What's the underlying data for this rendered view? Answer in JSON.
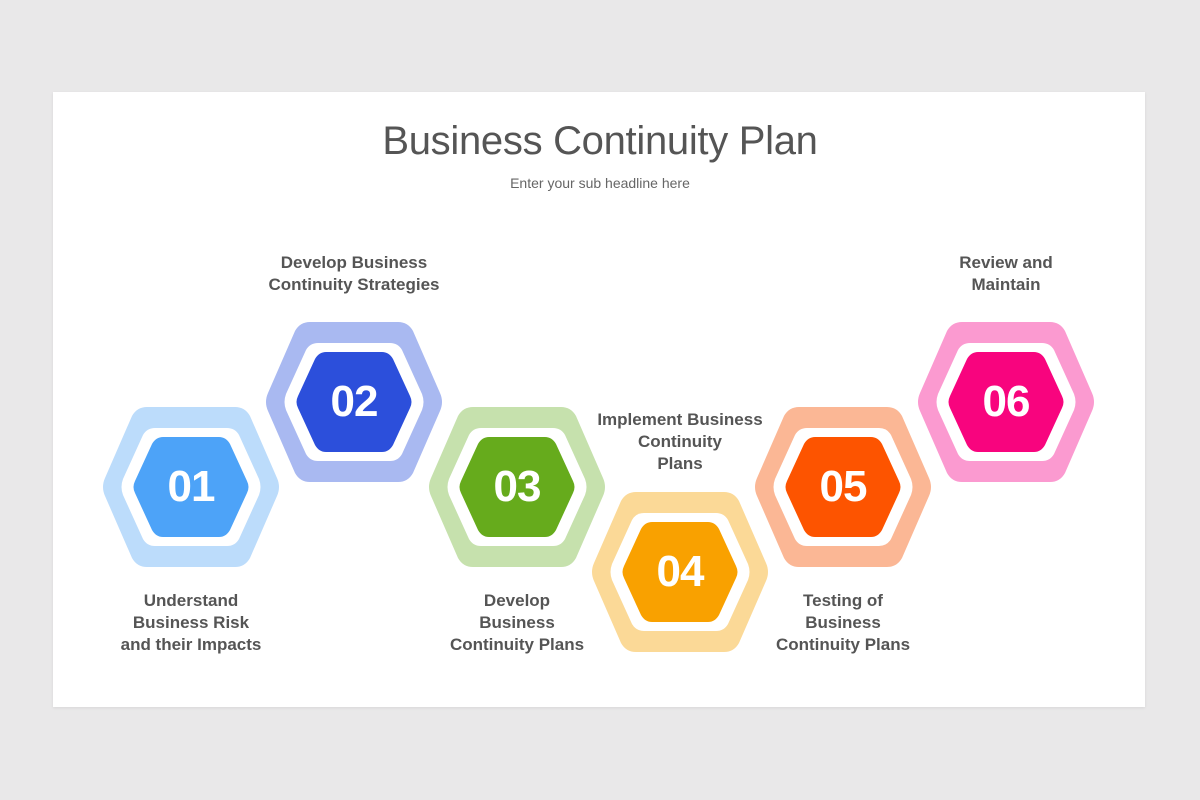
{
  "header": {
    "title": "Business Continuity Plan",
    "subtitle": "Enter your sub headline here"
  },
  "steps": [
    {
      "number": "01",
      "label": "Understand\nBusiness Risk\nand their Impacts",
      "label_position": "below",
      "outer_color": "#bcdcfb",
      "inner_color": "#4da3f8"
    },
    {
      "number": "02",
      "label": "Develop Business\nContinuity Strategies",
      "label_position": "above",
      "outer_color": "#a9b9f1",
      "inner_color": "#2c4fdb"
    },
    {
      "number": "03",
      "label": "Develop\nBusiness\nContinuity Plans",
      "label_position": "below",
      "outer_color": "#c6e1ad",
      "inner_color": "#66ab1c"
    },
    {
      "number": "04",
      "label": "Implement Business\nContinuity\nPlans",
      "label_position": "above",
      "outer_color": "#fbd997",
      "inner_color": "#f9a100"
    },
    {
      "number": "05",
      "label": "Testing of\nBusiness\nContinuity Plans",
      "label_position": "below",
      "outer_color": "#fbb795",
      "inner_color": "#fd5400"
    },
    {
      "number": "06",
      "label": "Review and\nMaintain",
      "label_position": "above",
      "outer_color": "#fb9ad0",
      "inner_color": "#f8047e"
    }
  ]
}
